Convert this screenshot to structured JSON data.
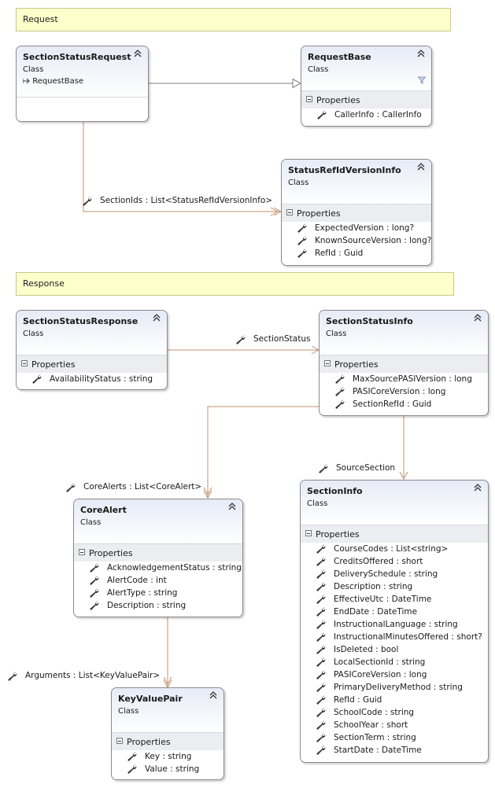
{
  "groups": {
    "request": "Request",
    "response": "Response"
  },
  "classes": {
    "section_status_request": {
      "name": "SectionStatusRequest",
      "kind": "Class",
      "inherits": "RequestBase"
    },
    "request_base": {
      "name": "RequestBase",
      "kind": "Class",
      "section": "Properties",
      "properties": [
        "CallerInfo : CallerInfo"
      ]
    },
    "status_ref_id_version_info": {
      "name": "StatusRefIdVersionInfo",
      "kind": "Class",
      "section": "Properties",
      "properties": [
        "ExpectedVersion : long?",
        "KnownSourceVersion : long?",
        "RefId : Guid"
      ]
    },
    "section_status_response": {
      "name": "SectionStatusResponse",
      "kind": "Class",
      "section": "Properties",
      "properties": [
        "AvailabilityStatus : string"
      ]
    },
    "section_status_info": {
      "name": "SectionStatusInfo",
      "kind": "Class",
      "section": "Properties",
      "properties": [
        "MaxSourcePASIVersion : long",
        "PASICoreVersion : long",
        "SectionRefId : Guid"
      ]
    },
    "core_alert": {
      "name": "CoreAlert",
      "kind": "Class",
      "section": "Properties",
      "properties": [
        "AcknowledgementStatus : string",
        "AlertCode : int",
        "AlertType : string",
        "Description : string"
      ]
    },
    "key_value_pair": {
      "name": "KeyValuePair",
      "kind": "Class",
      "section": "Properties",
      "properties": [
        "Key : string",
        "Value : string"
      ]
    },
    "section_info": {
      "name": "SectionInfo",
      "kind": "Class",
      "section": "Properties",
      "properties": [
        "CourseCodes : List<string>",
        "CreditsOffered : short",
        "DeliverySchedule : string",
        "Description : string",
        "EffectiveUtc : DateTime",
        "EndDate : DateTime",
        "InstructionalLanguage : string",
        "InstructionalMinutesOffered : short?",
        "IsDeleted : bool",
        "LocalSectionId : string",
        "PASICoreVersion : long",
        "PrimaryDeliveryMethod : string",
        "RefId : Guid",
        "SchoolCode : string",
        "SchoolYear : short",
        "SectionTerm : string",
        "StartDate : DateTime"
      ]
    }
  },
  "associations": {
    "section_ids": "SectionIds : List<StatusRefIdVersionInfo>",
    "section_status": "SectionStatus",
    "core_alerts": "CoreAlerts : List<CoreAlert>",
    "source_section": "SourceSection",
    "arguments": "Arguments : List<KeyValuePair>"
  },
  "colors": {
    "group_fill": "#ffffcc",
    "association_line": "#c09070",
    "inheritance_line": "#808080",
    "header_gradient": "#e6ebf7"
  },
  "icons": {
    "property": "wrench-icon",
    "collapse": "double-chevron-up-icon",
    "inheritance": "arrow-right-icon",
    "filter": "filter-icon"
  }
}
